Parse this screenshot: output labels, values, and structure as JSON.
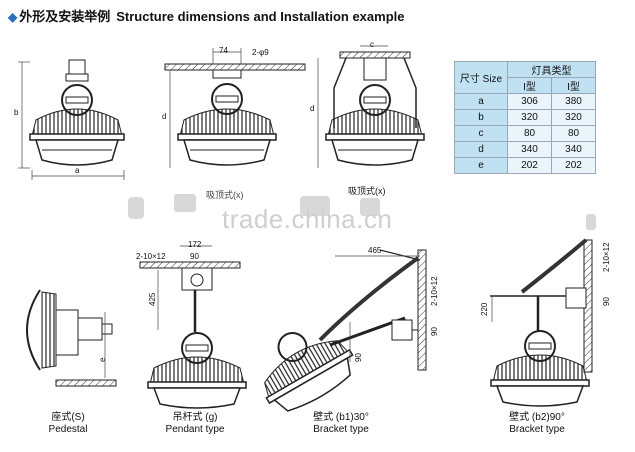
{
  "title": {
    "bullet_icon": "diamond-icon",
    "zh": "外形及安装举例",
    "en": "Structure dimensions and Installation example"
  },
  "size_table": {
    "header_size": "尺寸 Size",
    "header_type": "灯具类型",
    "col1": "I型",
    "col2": "I型",
    "rows": [
      {
        "label": "a",
        "v1": "306",
        "v2": "380"
      },
      {
        "label": "b",
        "v1": "320",
        "v2": "320"
      },
      {
        "label": "c",
        "v1": "80",
        "v2": "80"
      },
      {
        "label": "d",
        "v1": "340",
        "v2": "340"
      },
      {
        "label": "e",
        "v1": "202",
        "v2": "202"
      }
    ]
  },
  "dimensions": {
    "a": "a",
    "b": "b",
    "c": "c",
    "d": "d",
    "e": "e",
    "d74": "74",
    "hole": "2-φ9",
    "d172": "172",
    "d90": "90",
    "bolt": "2-10×12",
    "d425": "425",
    "d465": "465",
    "d90v": "90",
    "d220": "220"
  },
  "captions": {
    "ceiling_partial": "吸顶式(x)",
    "ceiling": "吸顶式(x)",
    "pedestal_zh": "座式(S)",
    "pedestal_en": "Pedestal",
    "pendant_zh": "吊杆式 (g)",
    "pendant_en": "Pendant type",
    "bracket30_zh": "壁式 (b1)30°",
    "bracket30_en": "Bracket type",
    "bracket90_zh": "壁式 (b2)90°",
    "bracket90_en": "Bracket type"
  },
  "watermark": "trade.china.cn"
}
